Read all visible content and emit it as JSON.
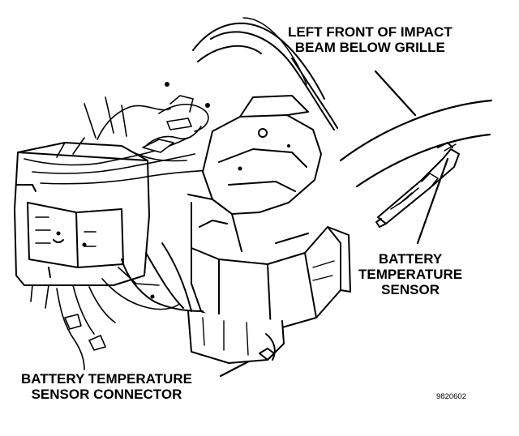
{
  "labels": {
    "impact_beam": "LEFT FRONT OF IMPACT\nBEAM BELOW GRILLE",
    "battery_sensor": "BATTERY\nTEMPERATURE\nSENSOR",
    "sensor_connector": "BATTERY TEMPERATURE\nSENSOR CONNECTOR"
  },
  "figure_id": "9820602",
  "colors": {
    "ink": "#000000",
    "paper": "#ffffff"
  }
}
